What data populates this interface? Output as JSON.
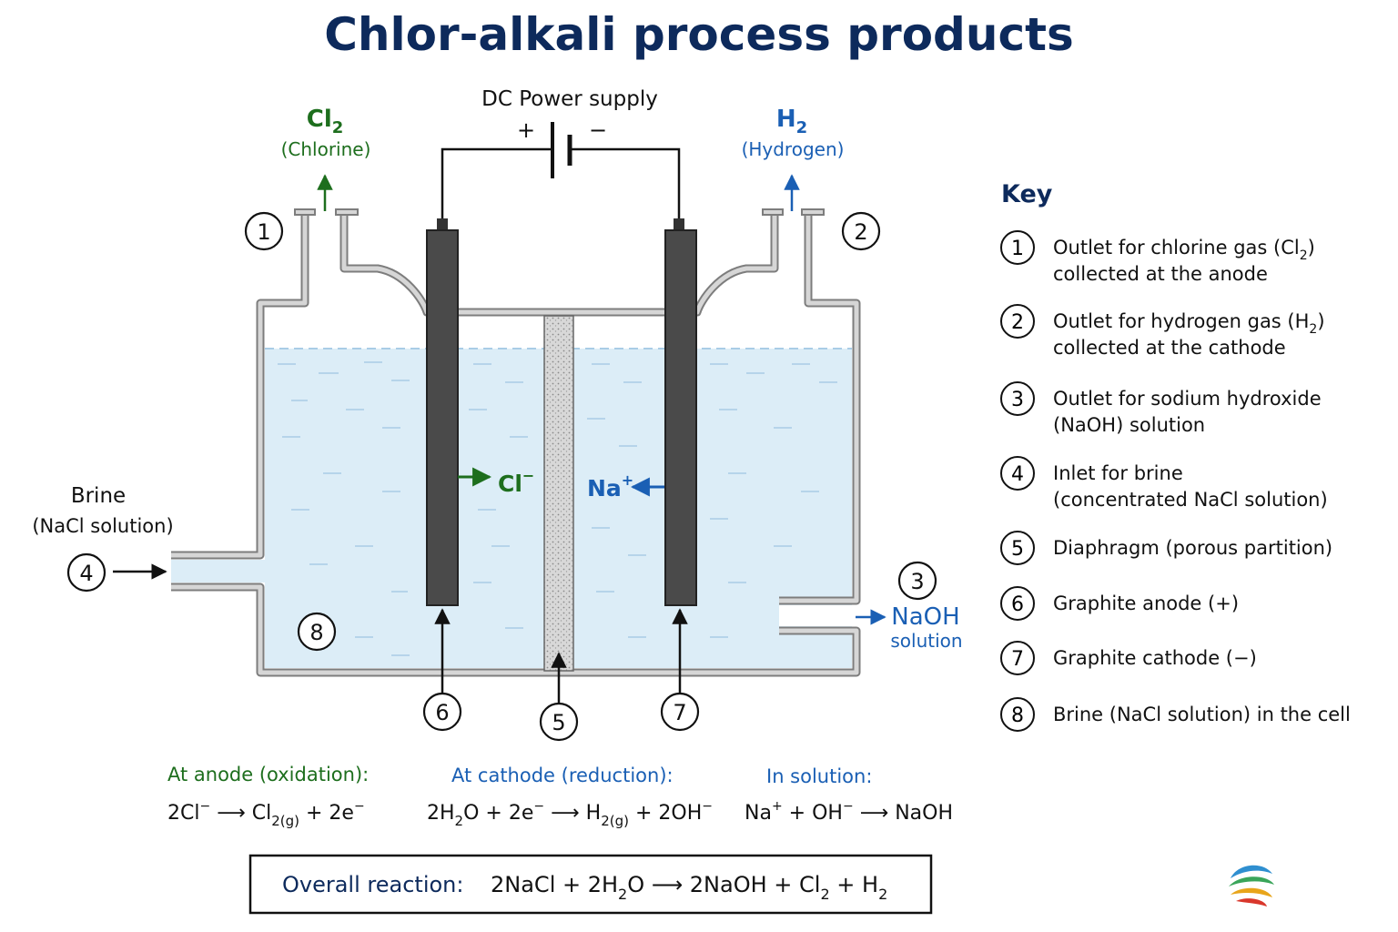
{
  "title": "Chlor-alkali process products",
  "power": {
    "label": "DC Power supply",
    "plus": "+",
    "minus": "−"
  },
  "chlorine": {
    "formula": "Cl",
    "sub": "2",
    "name": "(Chlorine)"
  },
  "hydrogen": {
    "formula": "H",
    "sub": "2",
    "name": "(Hydrogen)"
  },
  "brine": {
    "line1": "Brine",
    "line2": "(NaCl solution)"
  },
  "naoh": {
    "line1": "NaOH",
    "line2": "solution"
  },
  "ions": {
    "cl": "Cl",
    "cl_sup": "−",
    "na": "Na",
    "na_sup": "+"
  },
  "markers": {
    "m1": "1",
    "m2": "2",
    "m3": "3",
    "m4": "4",
    "m5": "5",
    "m6": "6",
    "m7": "7",
    "m8": "8"
  },
  "key": {
    "title": "Key",
    "items": [
      {
        "num": "1",
        "l1a": "Outlet for chlorine gas (Cl",
        "l1sub": "2",
        "l1b": ")",
        "l2": "collected at the anode"
      },
      {
        "num": "2",
        "l1a": "Outlet for hydrogen gas (H",
        "l1sub": "2",
        "l1b": ")",
        "l2": "collected at the cathode"
      },
      {
        "num": "3",
        "l1a": "Outlet for sodium hydroxide",
        "l1sub": "",
        "l1b": "",
        "l2": "(NaOH) solution"
      },
      {
        "num": "4",
        "l1a": "Inlet for brine",
        "l1sub": "",
        "l1b": "",
        "l2": "(concentrated NaCl solution)"
      },
      {
        "num": "5",
        "l1a": "Diaphragm (porous partition)",
        "l1sub": "",
        "l1b": "",
        "l2": ""
      },
      {
        "num": "6",
        "l1a": "Graphite anode (+)",
        "l1sub": "",
        "l1b": "",
        "l2": ""
      },
      {
        "num": "7",
        "l1a": "Graphite cathode (−)",
        "l1sub": "",
        "l1b": "",
        "l2": ""
      },
      {
        "num": "8",
        "l1a": "Brine (NaCl solution) in the cell",
        "l1sub": "",
        "l1b": "",
        "l2": ""
      }
    ]
  },
  "equations": {
    "anode_title": "At anode (oxidation):",
    "cathode_title": "At cathode (reduction):",
    "solution_title": "In solution:",
    "overall_label": "Overall reaction:"
  },
  "colors": {
    "navy": "#0d2a5c",
    "green": "#1d6e1d",
    "blue": "#1a5fb4",
    "water": "#dcedf7",
    "electrode": "#4a4a4a",
    "wall": "#c9c9c9"
  }
}
